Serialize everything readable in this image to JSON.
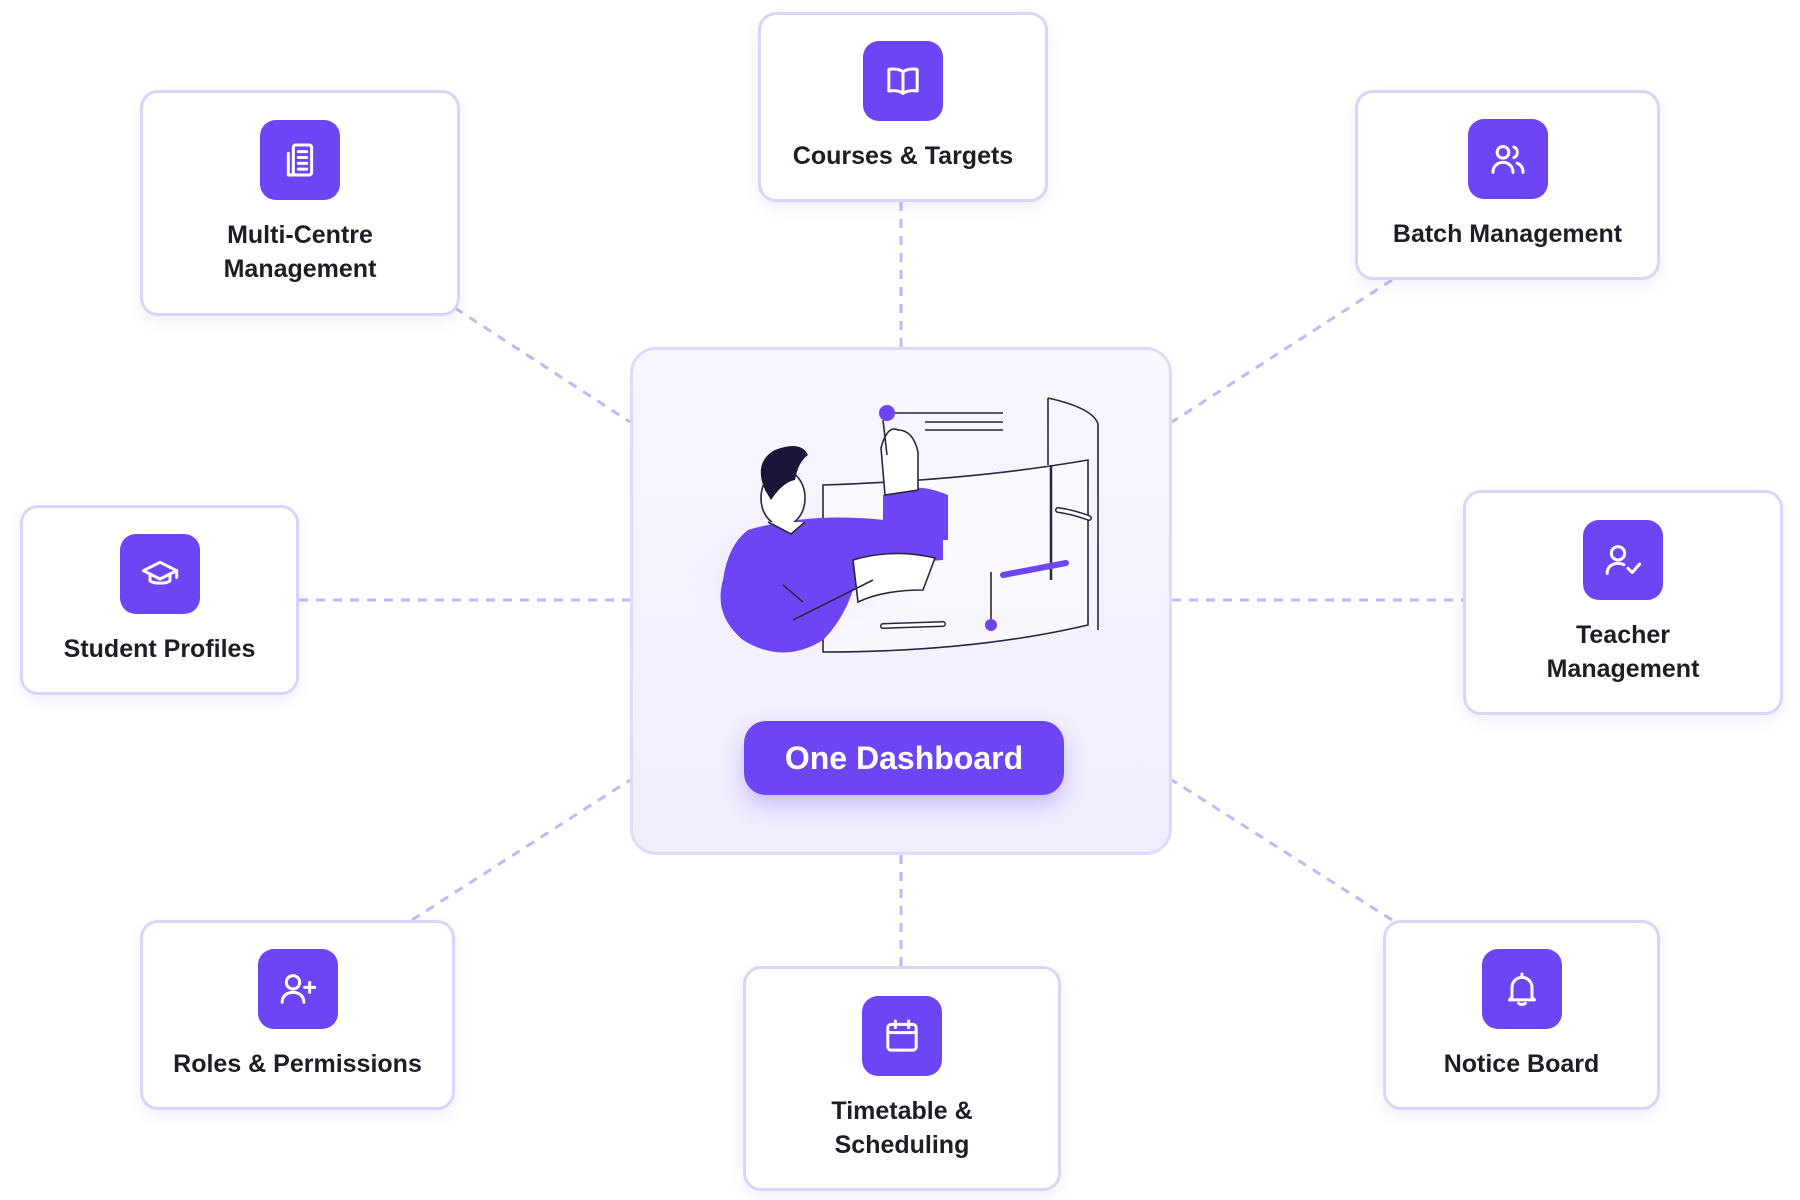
{
  "hub": {
    "label": "One Dashboard"
  },
  "features": [
    {
      "id": "courses",
      "label_lines": [
        "Courses & Targets"
      ],
      "icon": "book-open-icon"
    },
    {
      "id": "multi-centre",
      "label_lines": [
        "Multi-Centre",
        "Management"
      ],
      "icon": "building-icon"
    },
    {
      "id": "batch",
      "label_lines": [
        "Batch Management"
      ],
      "icon": "users-icon"
    },
    {
      "id": "student",
      "label_lines": [
        "Student Profiles"
      ],
      "icon": "graduation-cap-icon"
    },
    {
      "id": "teacher",
      "label_lines": [
        "Teacher",
        "Management"
      ],
      "icon": "user-check-icon"
    },
    {
      "id": "roles",
      "label_lines": [
        "Roles & Permissions"
      ],
      "icon": "user-plus-icon"
    },
    {
      "id": "timetable",
      "label_lines": [
        "Timetable &",
        "Scheduling"
      ],
      "icon": "calendar-icon"
    },
    {
      "id": "notice",
      "label_lines": [
        "Notice Board"
      ],
      "icon": "bell-icon"
    }
  ],
  "colors": {
    "accent": "#6d45f4",
    "card_border": "#dcd3fb",
    "connector": "#c2b6f6",
    "hub_background": "#f4f1fe",
    "text": "#1d1d28"
  }
}
